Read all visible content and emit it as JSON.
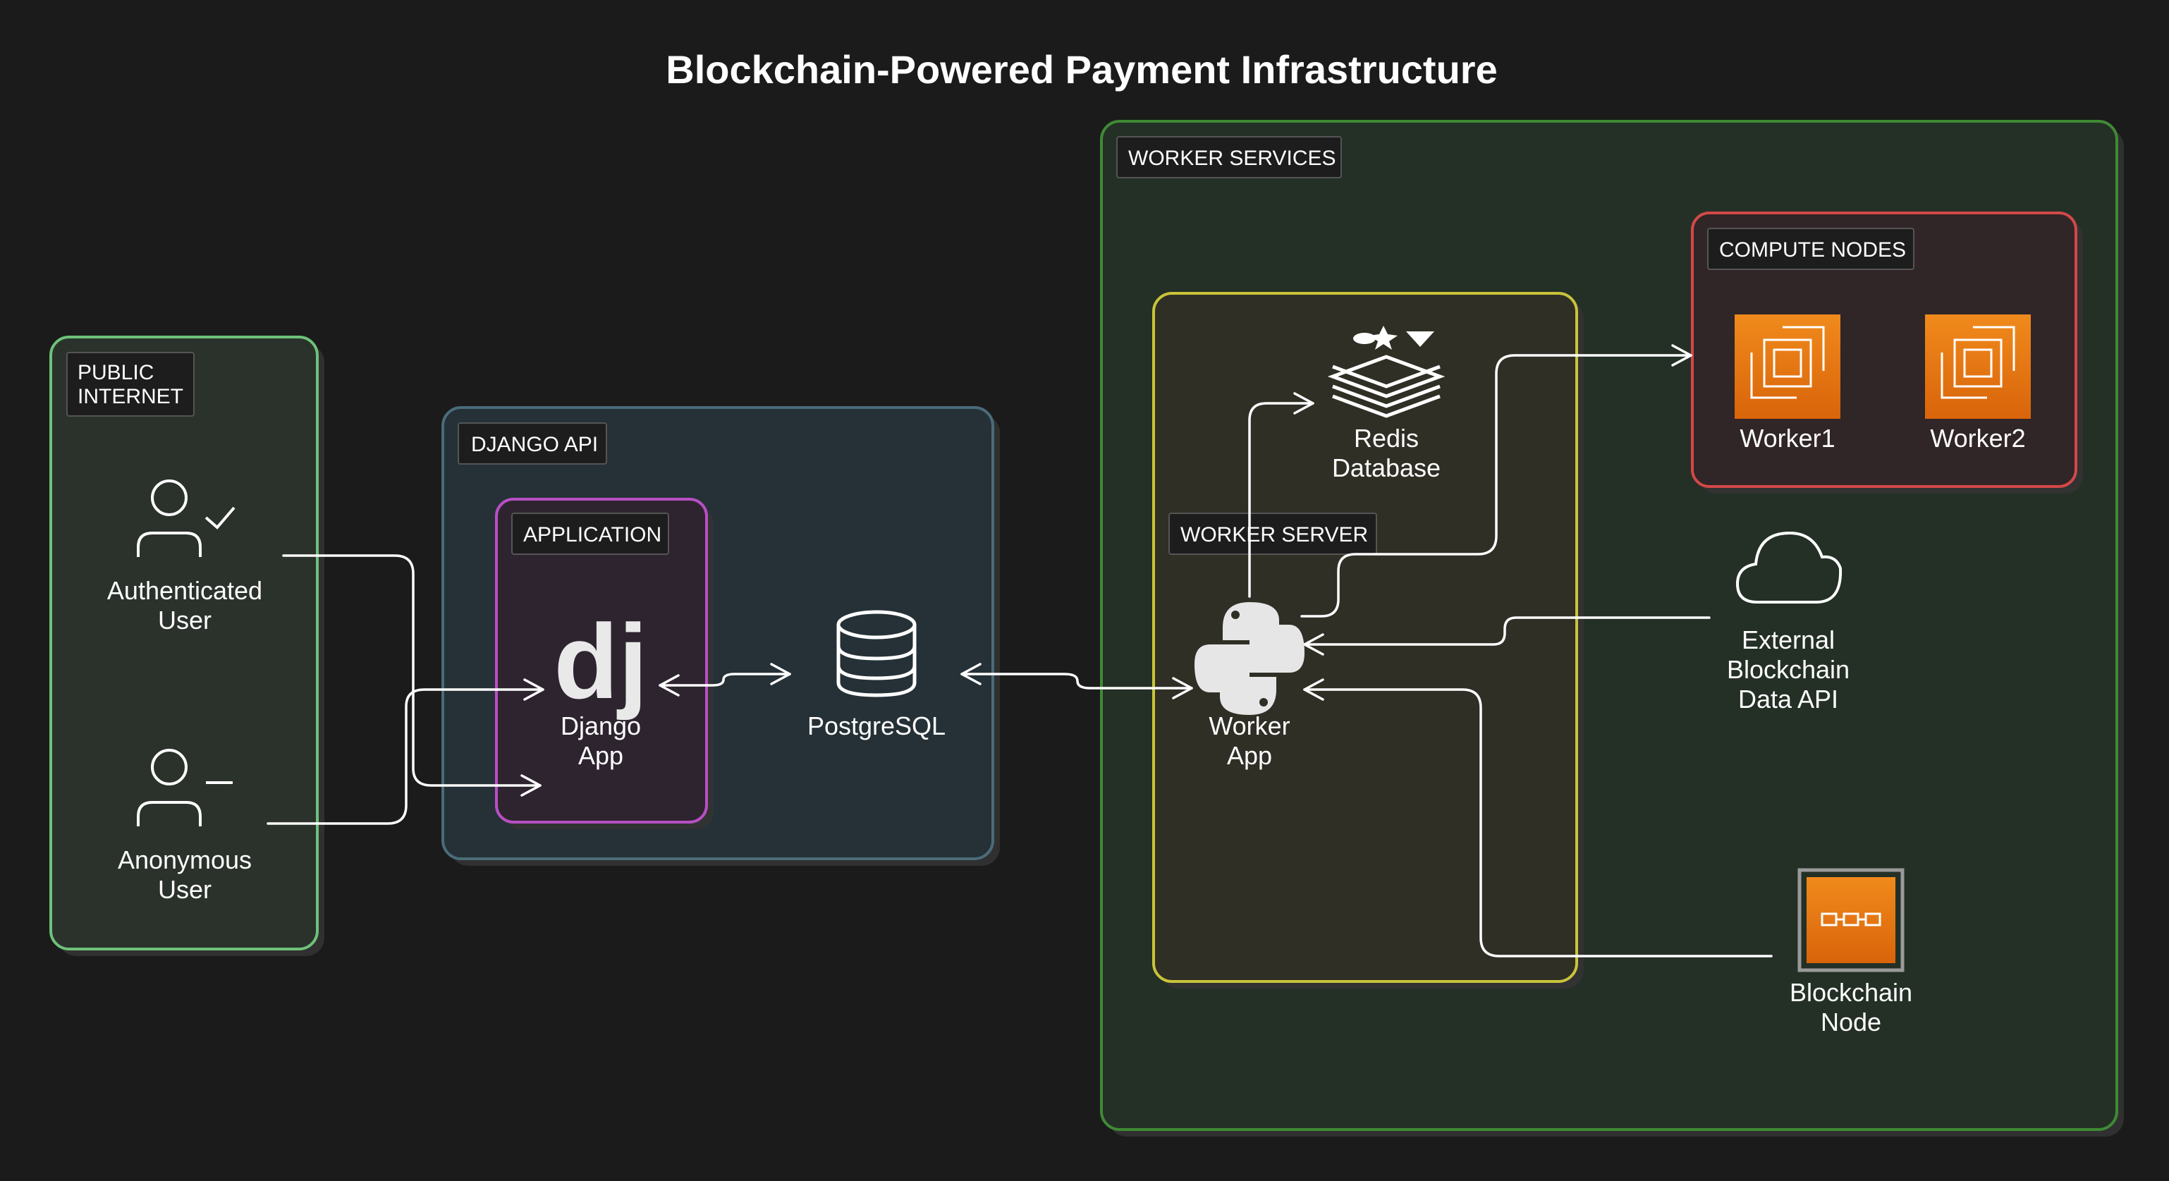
{
  "title": "Blockchain-Powered Payment Infrastructure",
  "groups": {
    "public_internet": {
      "label_line1": "PUBLIC",
      "label_line2": "INTERNET"
    },
    "django_api": {
      "label": "DJANGO API"
    },
    "application": {
      "label": "APPLICATION"
    },
    "worker_services": {
      "label": "WORKER SERVICES"
    },
    "worker_server": {
      "label": "WORKER SERVER"
    },
    "compute_nodes": {
      "label": "COMPUTE NODES"
    }
  },
  "nodes": {
    "authenticated_user": {
      "line1": "Authenticated",
      "line2": "User",
      "icon": "user-check-icon"
    },
    "anonymous_user": {
      "line1": "Anonymous",
      "line2": "User",
      "icon": "user-icon"
    },
    "django_app": {
      "line1": "Django",
      "line2": "App",
      "icon": "django-icon",
      "glyph": "dj"
    },
    "postgresql": {
      "line1": "PostgreSQL",
      "icon": "database-icon"
    },
    "redis": {
      "line1": "Redis",
      "line2": "Database",
      "icon": "redis-icon"
    },
    "worker_app": {
      "line1": "Worker",
      "line2": "App",
      "icon": "python-icon"
    },
    "worker1": {
      "line1": "Worker1",
      "icon": "chip-icon"
    },
    "worker2": {
      "line1": "Worker2",
      "icon": "chip-icon"
    },
    "external_api": {
      "line1": "External",
      "line2": "Blockchain",
      "line3": "Data API",
      "icon": "cloud-icon"
    },
    "blockchain_node": {
      "line1": "Blockchain",
      "line2": "Node",
      "icon": "blockchain-icon"
    }
  },
  "colors": {
    "background": "#1b1b1b",
    "public_internet_border": "#6ec27a",
    "django_api_border": "#4a6b7a",
    "application_border": "#b84fc4",
    "worker_services_border": "#3f8a35",
    "worker_server_border": "#c9c33a",
    "compute_nodes_border": "#d34848",
    "aws_orange": "#e8730f",
    "line": "#ffffff"
  }
}
